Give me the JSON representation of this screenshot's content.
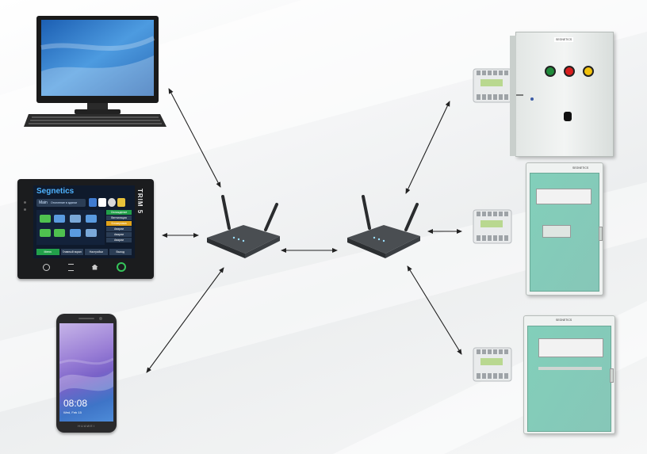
{
  "tablet": {
    "brand": "Segnetics",
    "model": "TRIM 5",
    "tab_main": "Main",
    "tab_second": "Отопление в здании",
    "menu": [
      "Охлаждение",
      "Вентиляция",
      "Блокировка",
      "Аварии",
      "Аварии",
      "Аварии"
    ],
    "bottom": [
      "Меню",
      "Главный экран",
      "Настройки",
      "Выход"
    ]
  },
  "phone": {
    "time": "08:08",
    "date": "Wed, Feb 15",
    "brand": "HUAWEI"
  },
  "cabinets": {
    "label1": "SEGNETICS",
    "label2": "SEGNETICS",
    "label3": "SEGNETICS"
  },
  "colors": {
    "led_green": "#1f8a3a",
    "led_red": "#d81e1e",
    "led_yellow": "#f2c20c",
    "glass_green": "#6fc9b0",
    "router_body": "#3a3d40",
    "arrow": "#222222"
  }
}
